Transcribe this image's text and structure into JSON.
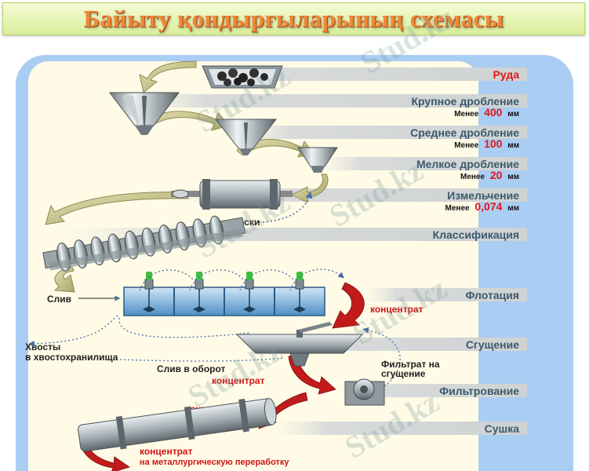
{
  "title": "Байыту қондырғыларының схемасы",
  "watermark": "Stud.kz",
  "colors": {
    "title_text": "#f0883a",
    "panel_blue": "#aacdf3",
    "panel_cream": "#fffbe6",
    "stage_band": "#d6d8d8",
    "stage_text": "#3a5a6c",
    "highlight_red": "#e01818",
    "arrow_olive": "#c8c48a",
    "arrow_red": "#c21b1b"
  },
  "stages": [
    {
      "name": "Руда",
      "highlight": true
    },
    {
      "name": "Крупное дробление",
      "sub_prefix": "Менее",
      "sub_value": "400",
      "sub_unit": "мм"
    },
    {
      "name": "Среднее дробление",
      "sub_prefix": "Менее",
      "sub_value": "100",
      "sub_unit": "мм"
    },
    {
      "name": "Мелкое дробление",
      "sub_prefix": "Менее",
      "sub_value": "20",
      "sub_unit": "мм"
    },
    {
      "name": "Измельчение",
      "sub_prefix": "Менее",
      "sub_value": "0,074",
      "sub_unit": "мм"
    },
    {
      "name": "Классификация"
    },
    {
      "name": "Флотация"
    },
    {
      "name": "Сгущение"
    },
    {
      "name": "Фильтрование"
    },
    {
      "name": "Сушка"
    }
  ],
  "labels": {
    "peski": "Пески",
    "sliv": "Слив",
    "hvosty_1": "Хвосты",
    "hvosty_2": "в хвостохранилища",
    "sliv_oborot": "Слив в оборот",
    "filtrat_1": "Фильтрат на",
    "filtrat_2": "сгущение",
    "concentrate_1": "концентрат",
    "concentrate_2": "концентрат",
    "concentrate_3": "концентрат",
    "concentrate_final_1": "концентрат",
    "concentrate_final_2": "на металлургическую переработку"
  }
}
